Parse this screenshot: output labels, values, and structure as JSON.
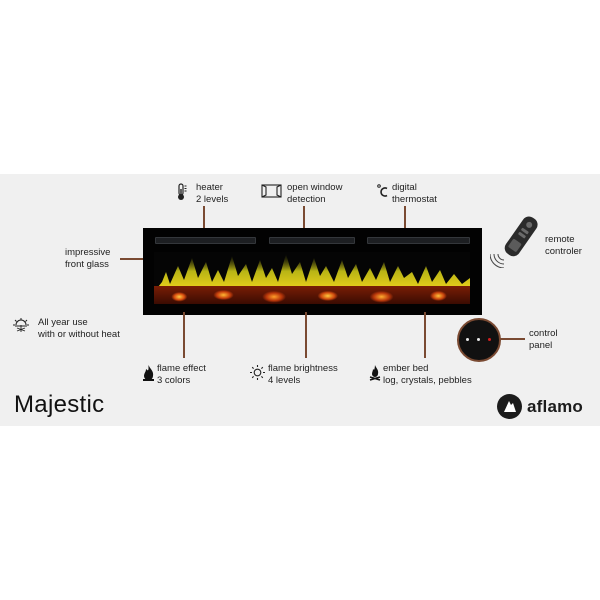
{
  "product": {
    "title": "Majestic",
    "brand": "aflamo"
  },
  "features": {
    "heater": {
      "line1": "heater",
      "line2": "2 levels",
      "icon": "thermometer-icon"
    },
    "open_window": {
      "line1": "open window",
      "line2": "detection",
      "icon": "window-icon"
    },
    "thermostat": {
      "line1": "digital",
      "line2": "thermostat",
      "icon": "celsius-icon"
    },
    "front_glass": {
      "line1": "impressive",
      "line2": "front glass"
    },
    "remote": {
      "line1": "remote",
      "line2": "controler",
      "icon": "remote-control-icon"
    },
    "all_year": {
      "line1": "All year use",
      "line2": "with or without heat",
      "icon": "sun-snowflake-icon"
    },
    "control_panel": {
      "line1": "control",
      "line2": "panel"
    },
    "flame_effect": {
      "line1": "flame effect",
      "line2": "3 colors",
      "icon": "flame-icon"
    },
    "flame_brightness": {
      "line1": "flame brightness",
      "line2": "4 levels",
      "icon": "sun-icon"
    },
    "ember_bed": {
      "line1": "ember bed",
      "line2": "log, crystals, pebbles",
      "icon": "campfire-icon"
    }
  },
  "colors": {
    "band": "#f0f0f0",
    "leader_line": "#7a4a32",
    "text": "#222222",
    "control_panel_led": "#d11f1f"
  }
}
